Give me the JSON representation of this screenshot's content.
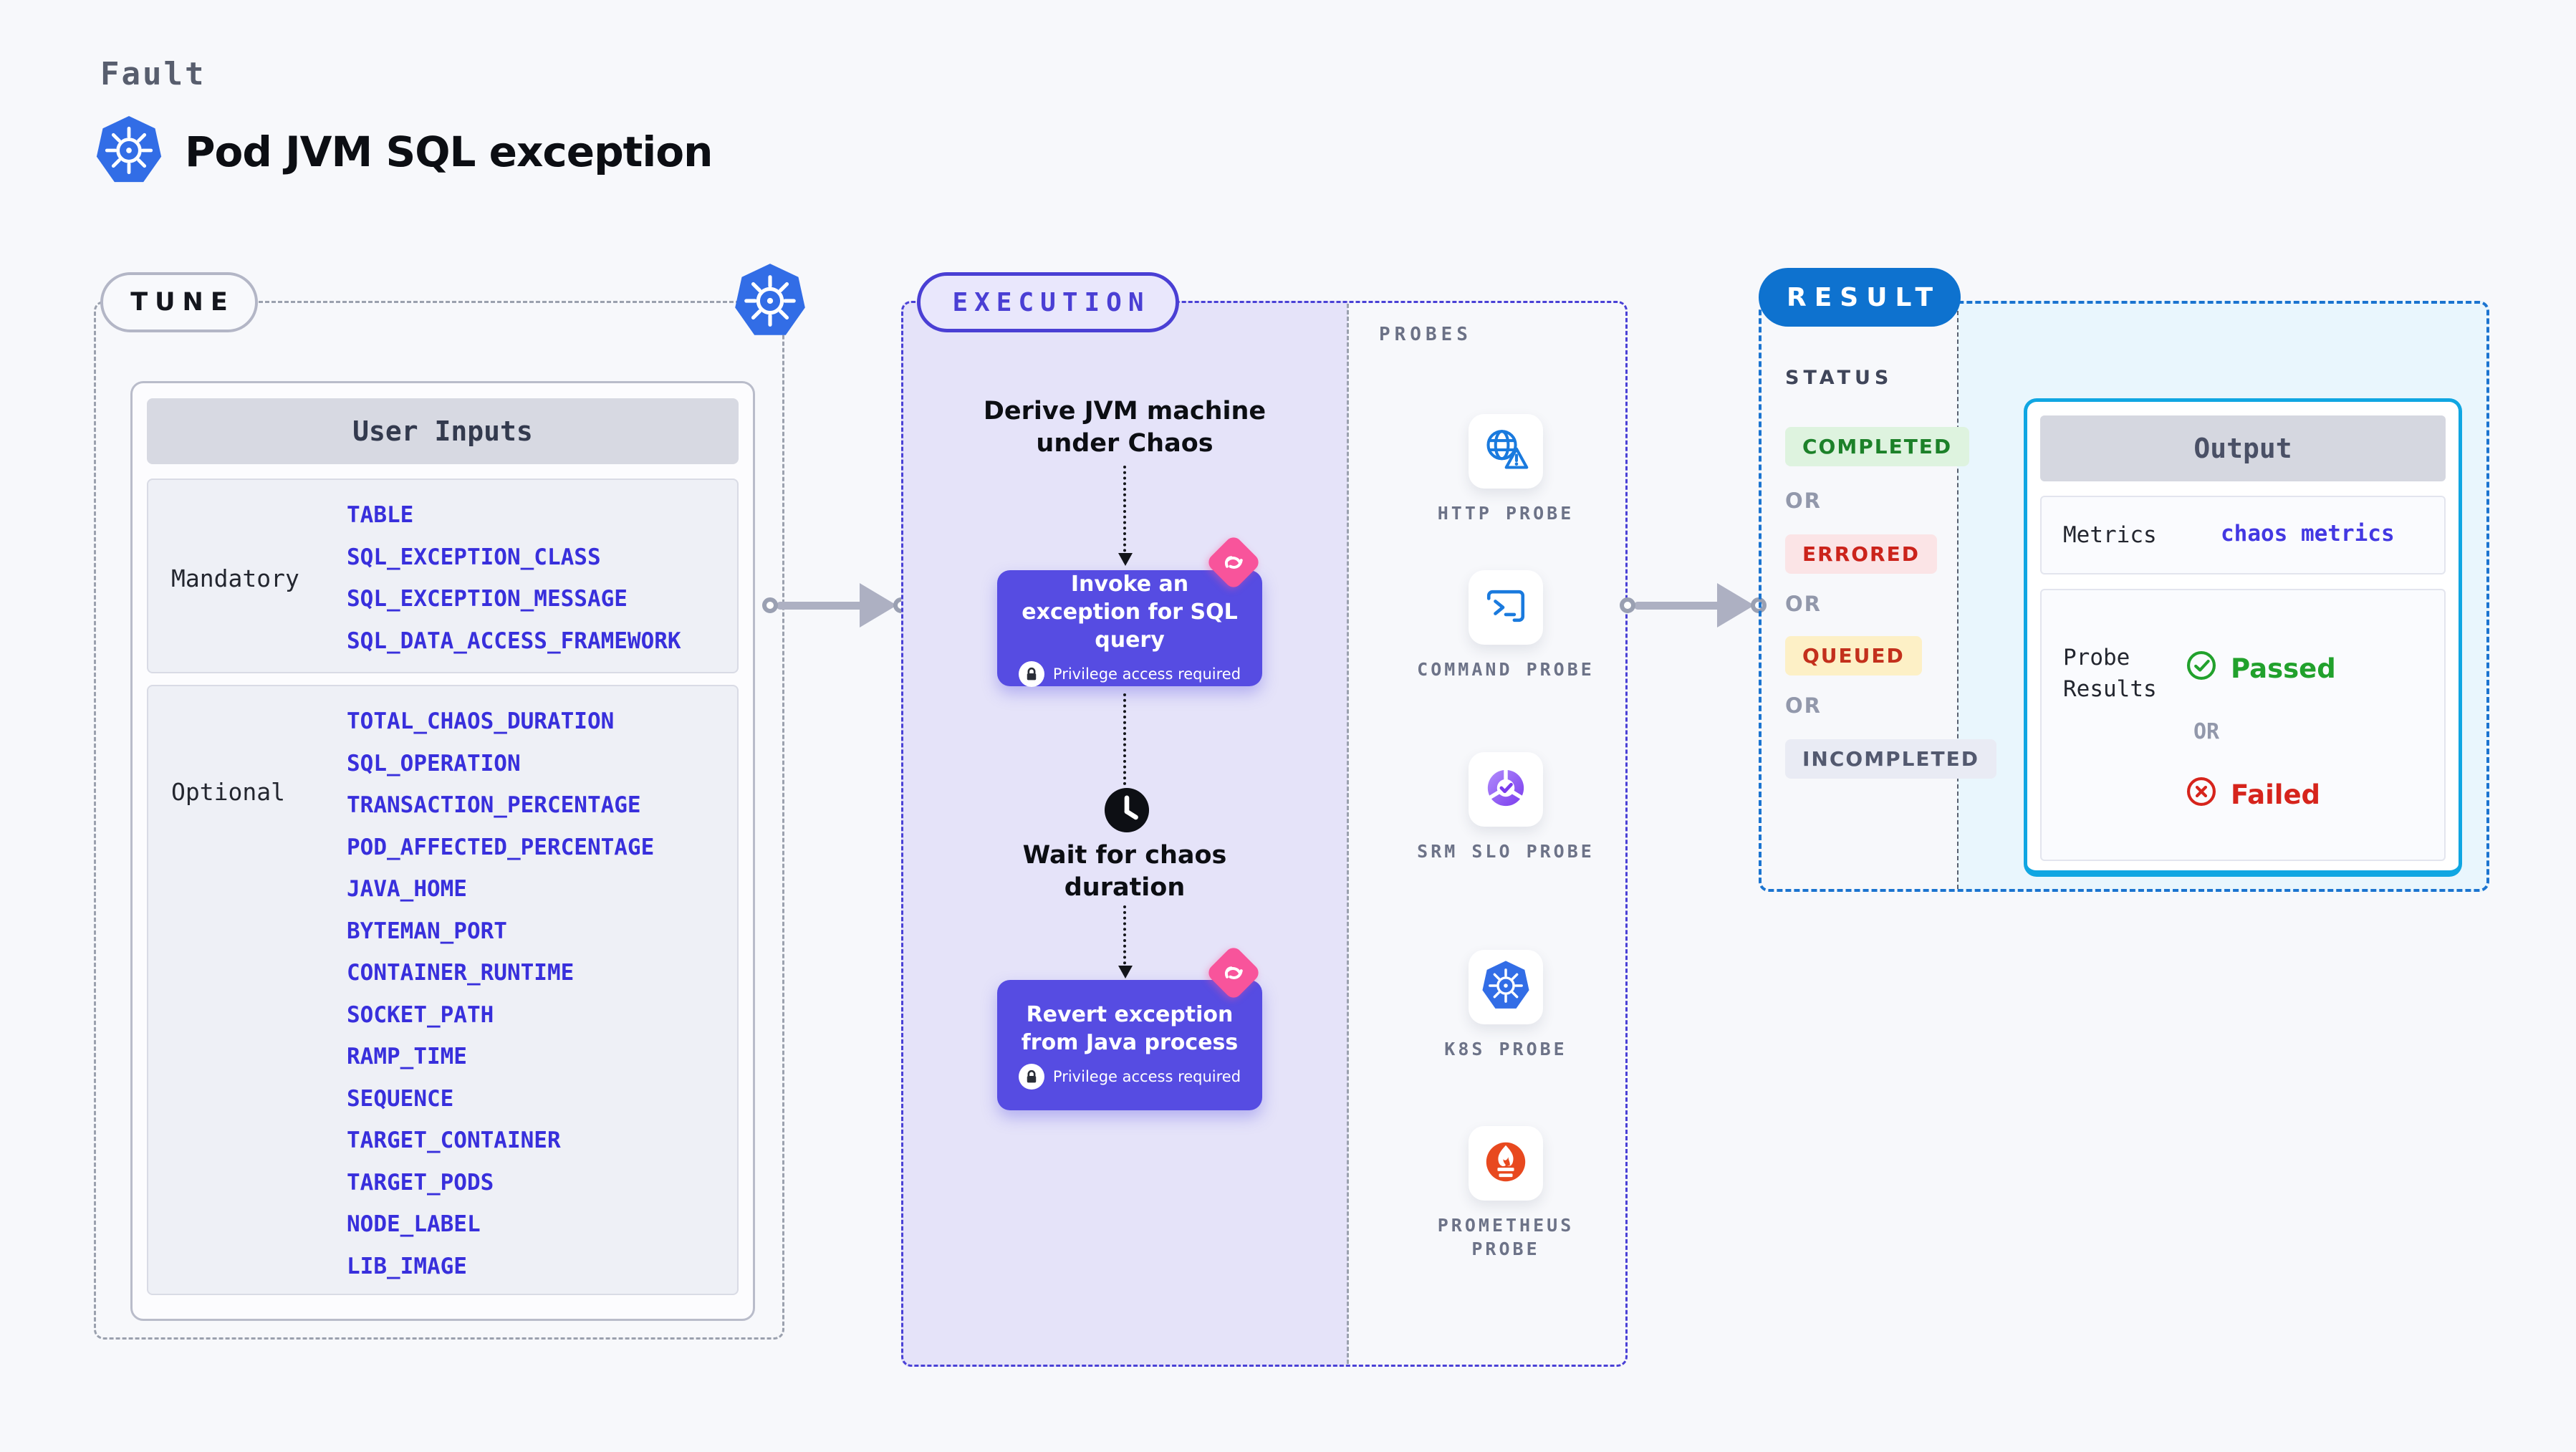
{
  "header": {
    "kicker": "Fault",
    "title": "Pod JVM SQL exception",
    "title_icon": "kubernetes-icon"
  },
  "tune": {
    "badge": "TUNE",
    "corner_icon": "kubernetes-icon",
    "user_inputs_title": "User Inputs",
    "mandatory_label": "Mandatory",
    "mandatory_items": [
      "TABLE",
      "SQL_EXCEPTION_CLASS",
      "SQL_EXCEPTION_MESSAGE",
      "SQL_DATA_ACCESS_FRAMEWORK"
    ],
    "optional_label": "Optional",
    "optional_items": [
      "TOTAL_CHAOS_DURATION",
      "SQL_OPERATION",
      "TRANSACTION_PERCENTAGE",
      "POD_AFFECTED_PERCENTAGE",
      "JAVA_HOME",
      "BYTEMAN_PORT",
      "CONTAINER_RUNTIME",
      "SOCKET_PATH",
      "RAMP_TIME",
      "SEQUENCE",
      "TARGET_CONTAINER",
      "TARGET_PODS",
      "NODE_LABEL",
      "LIB_IMAGE"
    ]
  },
  "execution": {
    "badge": "EXECUTION",
    "derive_step": "Derive JVM machine under Chaos",
    "invoke_step": "Invoke an exception for SQL query",
    "wait_step": "Wait for chaos duration",
    "revert_step": "Revert exception from Java process",
    "privilege_note": "Privilege access required"
  },
  "probes": {
    "label": "PROBES",
    "items": [
      {
        "label": "HTTP PROBE",
        "icon": "globe-alert-icon"
      },
      {
        "label": "COMMAND PROBE",
        "icon": "terminal-icon"
      },
      {
        "label": "SRM SLO PROBE",
        "icon": "slo-gauge-icon"
      },
      {
        "label": "K8S PROBE",
        "icon": "kubernetes-icon"
      },
      {
        "label": "PROMETHEUS PROBE",
        "icon": "prometheus-flame-icon"
      }
    ]
  },
  "result": {
    "badge": "RESULT",
    "status_label": "STATUS",
    "or_label": "OR",
    "statuses": [
      {
        "label": "COMPLETED",
        "type": "completed"
      },
      {
        "label": "ERRORED",
        "type": "errored"
      },
      {
        "label": "QUEUED",
        "type": "queued"
      },
      {
        "label": "INCOMPLETED",
        "type": "incompleted"
      }
    ],
    "output": {
      "title": "Output",
      "metrics_label": "Metrics",
      "metrics_value": "chaos metrics",
      "probe_results_label": "Probe Results",
      "passed_label": "Passed",
      "or_label": "OR",
      "failed_label": "Failed"
    }
  },
  "colors": {
    "page_bg": "#f7f8fb",
    "indigo_accent": "#4a3fd4",
    "node_purple": "#564ce2",
    "lavender_fill": "#e5e3f9",
    "chaos_pink": "#f8549b",
    "result_blue": "#0e72cf",
    "cyan_border": "#10a6e2",
    "cyan_fill": "#e9f6fd",
    "success_green": "#1c8129",
    "error_red": "#cb231b",
    "queued_yellow_bg": "#fdf0c6",
    "prometheus_orange": "#e8491f",
    "kubernetes_blue": "#326de6",
    "param_value_blue": "#382fdc"
  }
}
